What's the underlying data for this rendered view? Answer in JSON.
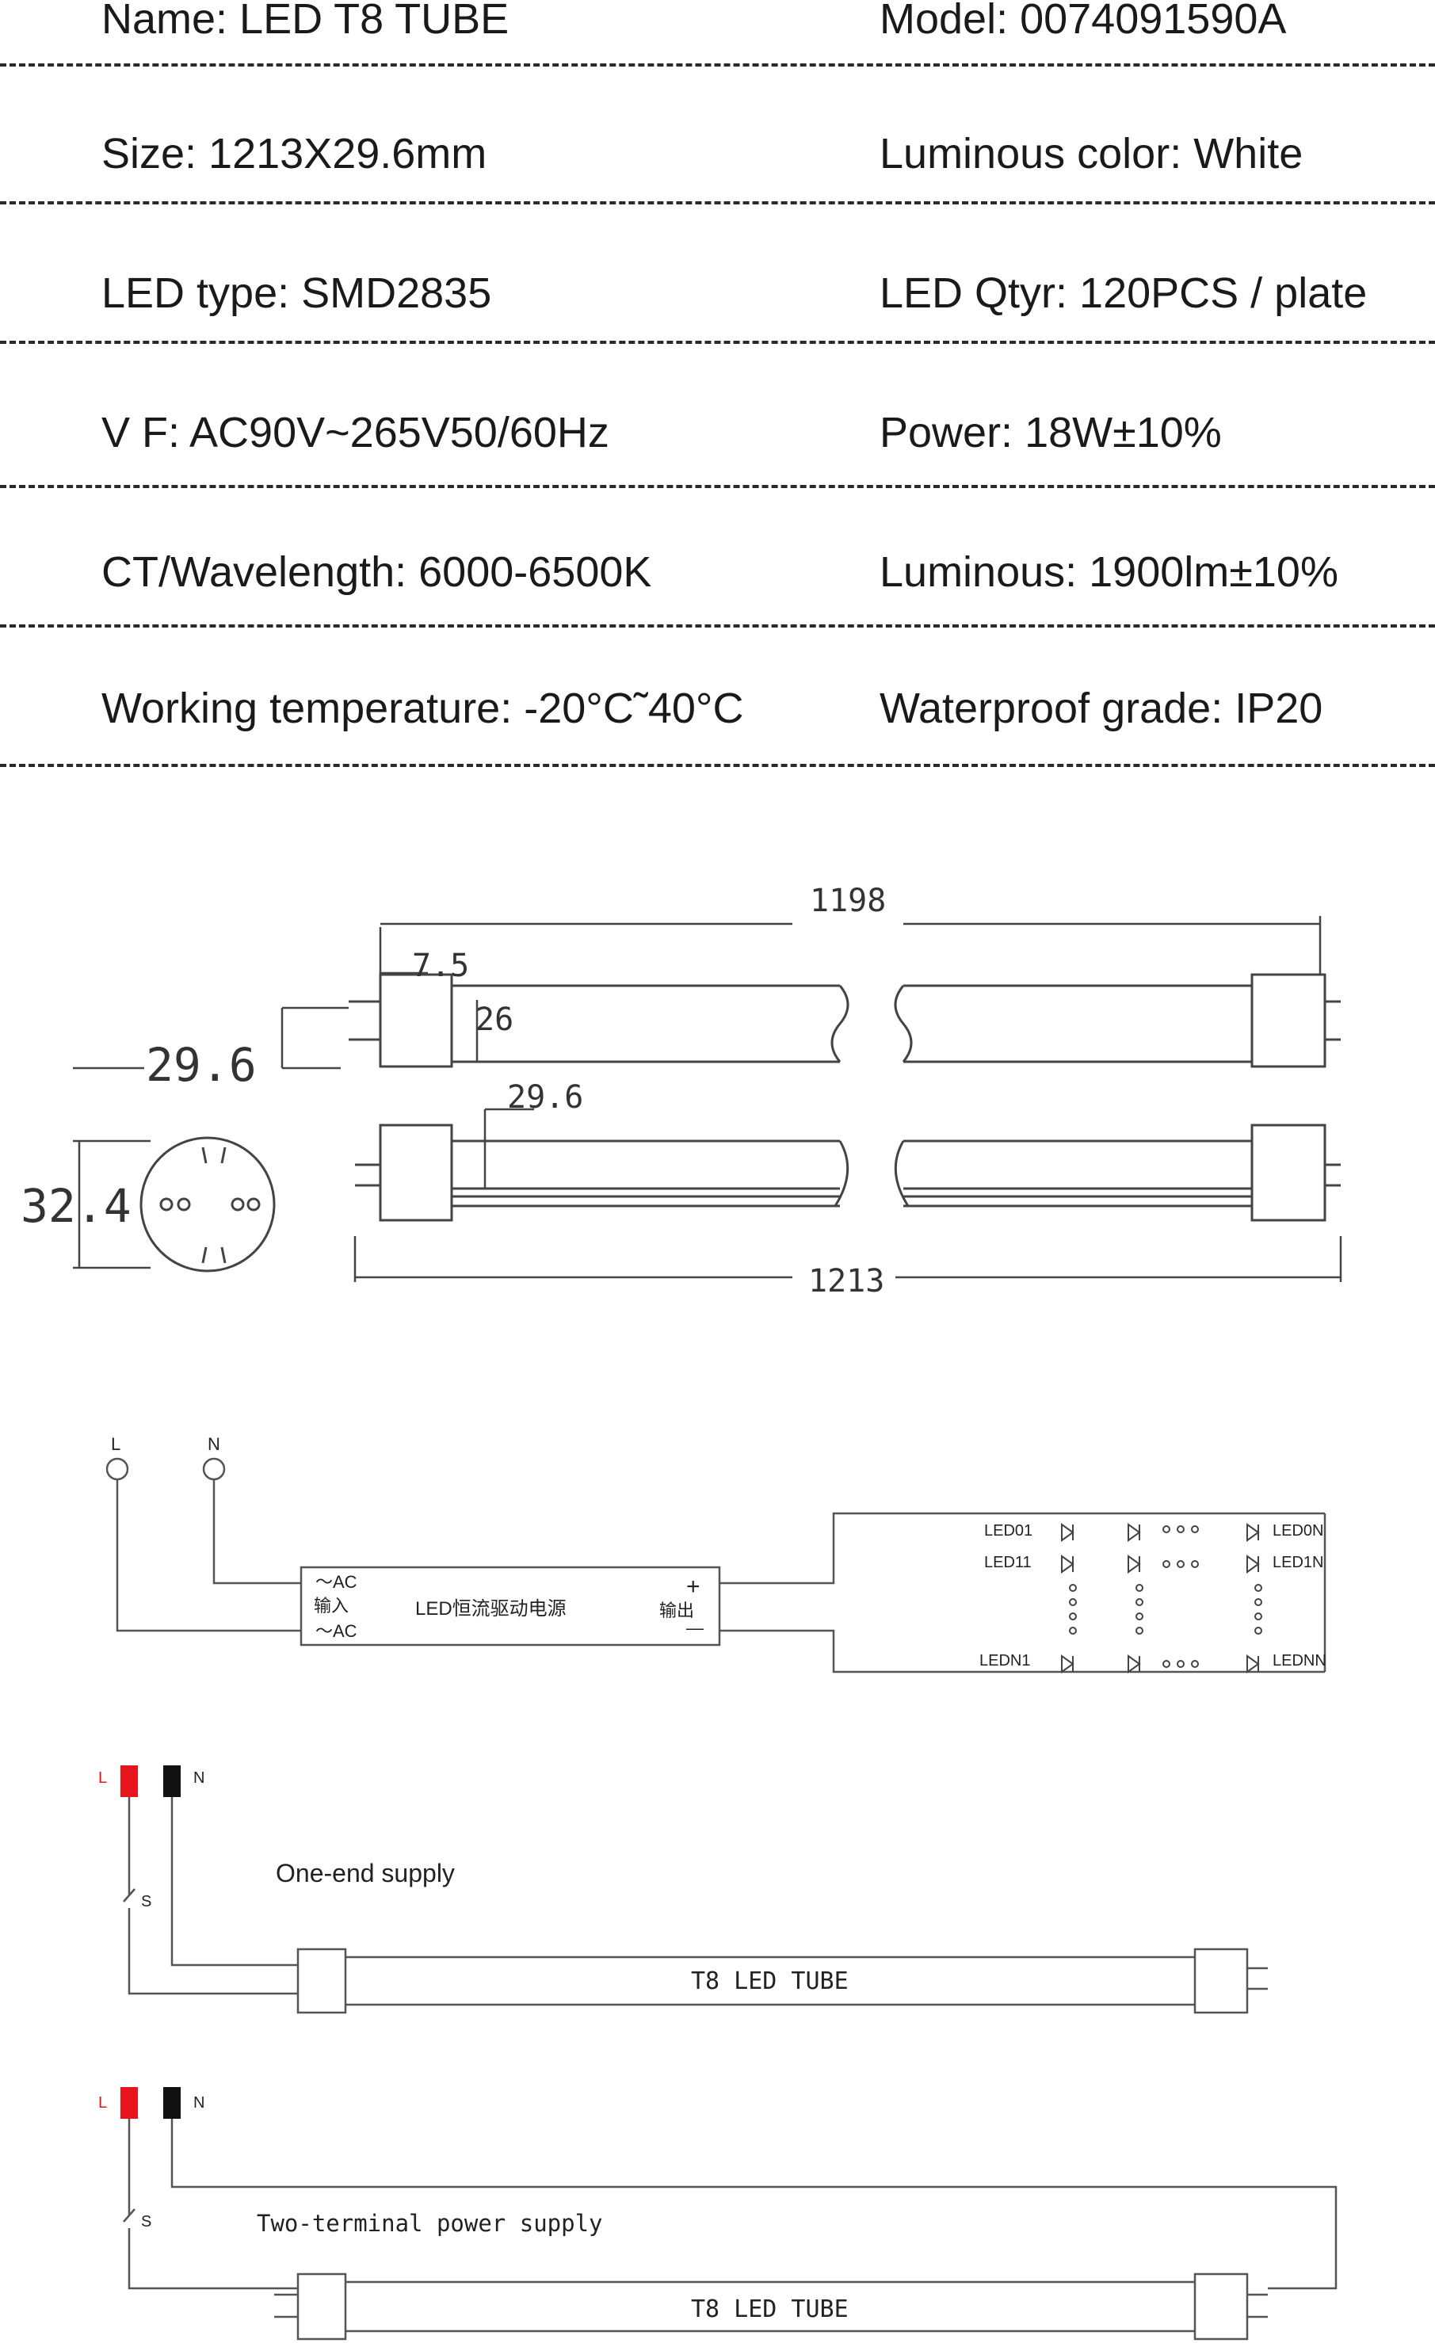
{
  "specs": [
    {
      "left": "Name:  LED T8 TUBE",
      "right": "Model: 0074091590A"
    },
    {
      "left": "Size: 1213X29.6mm",
      "right": "Luminous color: White"
    },
    {
      "left": "LED type: SMD2835",
      "right": "LED Qtyr: 120PCS / plate"
    },
    {
      "left": "V  F: AC90V~265V50/60Hz",
      "right": "Power: 18W±10%"
    },
    {
      "left": "CT/Wavelength: 6000-6500K",
      "right": "Luminous: 1900lm±10%"
    },
    {
      "left": "Working temperature: -20°C˜40°C",
      "right": "Waterproof grade: IP20"
    }
  ],
  "drawing": {
    "dim_length_inner": "1198",
    "dim_pin": "7.5",
    "dim_cap": "26",
    "dim_diameter_top": "29.6",
    "dim_height": "32.4",
    "dim_diameter_side": "29.6",
    "dim_length_total": "1213"
  },
  "circuit": {
    "terminal_l": "L",
    "terminal_n": "N",
    "input_ac_top": "～AC",
    "input_label": "输入",
    "input_ac_bottom": "～AC",
    "driver_label": "LED恒流驱动电源",
    "output_label": "输出",
    "output_plus": "+",
    "output_minus": "—",
    "led_01": "LED01",
    "led_11": "LED11",
    "led_n1": "LEDN1",
    "led_0n": "LED0N",
    "led_1n": "LED1N",
    "led_nn": "LEDNN"
  },
  "wiring_one_end": {
    "label_l": "L",
    "label_n": "N",
    "switch": "S",
    "title": "One-end supply",
    "tube_label": "T8   LED TUBE"
  },
  "wiring_two_end": {
    "label_l": "L",
    "label_n": "N",
    "switch": "S",
    "title": "Two-terminal  power  supply",
    "tube_label": "T8   LED TUBE"
  },
  "colors": {
    "live": "#e8141c",
    "neutral": "#111111",
    "line": "#555555"
  }
}
